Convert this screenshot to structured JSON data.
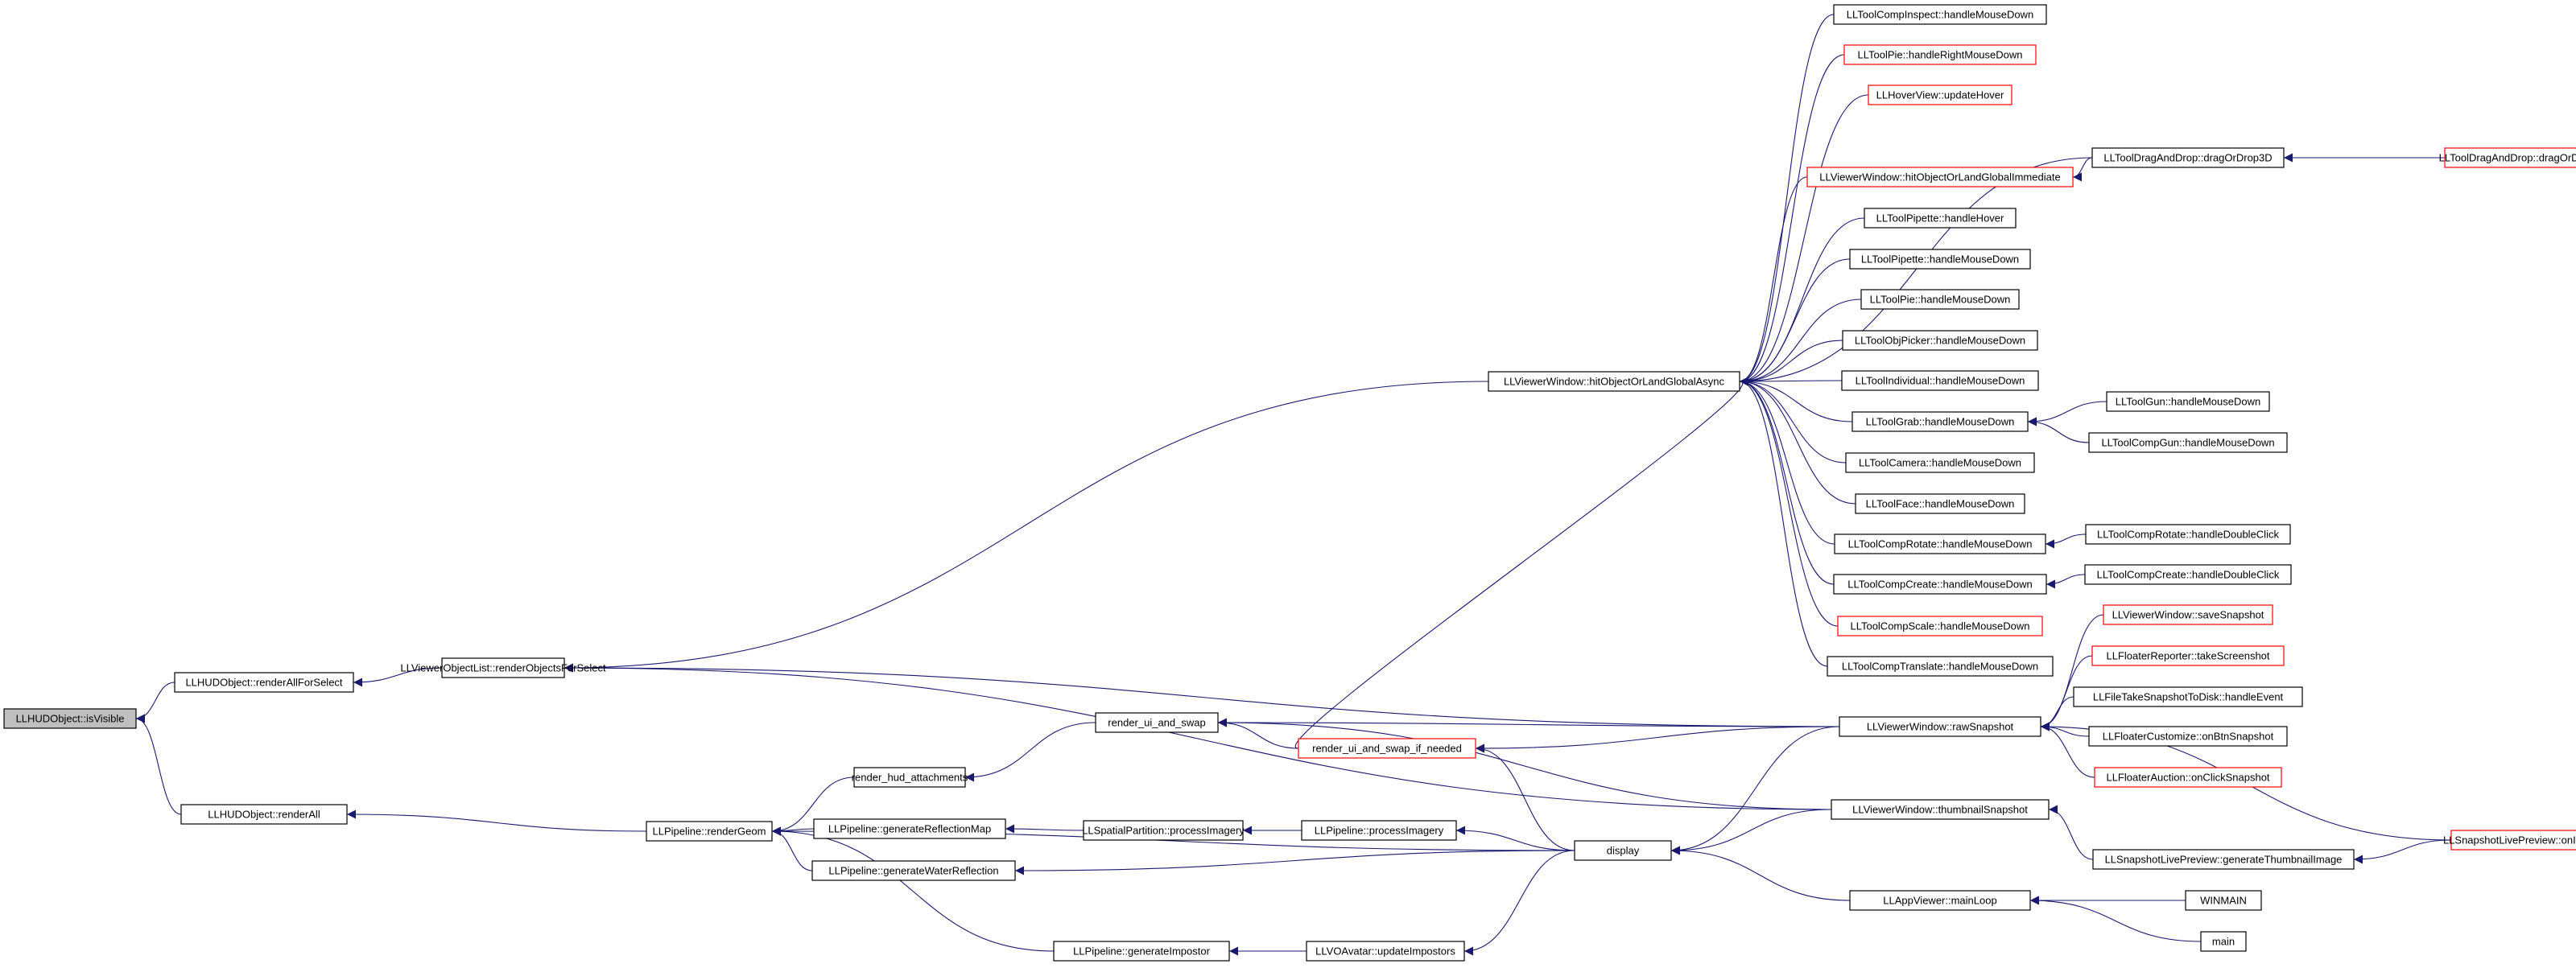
{
  "colors": {
    "edge": "#191970",
    "border_default": "#000000",
    "border_truncated": "#ff0000",
    "fill_default": "#ffffff",
    "fill_focus": "#bfbfbf",
    "text": "#000000"
  },
  "nodes": [
    {
      "id": "n0",
      "label": "LLHUDObject::isVisible",
      "style": "focus"
    },
    {
      "id": "n1",
      "label": "LLHUDObject::renderAllForSelect",
      "style": "default"
    },
    {
      "id": "n2",
      "label": "LLHUDObject::renderAll",
      "style": "default"
    },
    {
      "id": "n3",
      "label": "LLViewerObjectList::renderObjectsForSelect",
      "style": "default"
    },
    {
      "id": "n4",
      "label": "LLPipeline::renderGeom",
      "style": "default"
    },
    {
      "id": "n5",
      "label": "render_hud_attachments",
      "style": "default"
    },
    {
      "id": "n6",
      "label": "LLPipeline::generateReflectionMap",
      "style": "default"
    },
    {
      "id": "n7",
      "label": "LLPipeline::generateWaterReflection",
      "style": "default"
    },
    {
      "id": "n8",
      "label": "LLPipeline::generateImpostor",
      "style": "default"
    },
    {
      "id": "n9",
      "label": "render_ui_and_swap",
      "style": "default"
    },
    {
      "id": "n10",
      "label": "render_ui_and_swap_if_needed",
      "style": "truncated"
    },
    {
      "id": "n11",
      "label": "LLSpatialPartition::processImagery",
      "style": "default"
    },
    {
      "id": "n12",
      "label": "LLPipeline::processImagery",
      "style": "default"
    },
    {
      "id": "n13",
      "label": "LLVOAvatar::updateImpostors",
      "style": "default"
    },
    {
      "id": "n14",
      "label": "display",
      "style": "default"
    },
    {
      "id": "n15",
      "label": "LLViewerWindow::hitObjectOrLandGlobalAsync",
      "style": "default"
    },
    {
      "id": "n16",
      "label": "LLToolCompInspect::handleMouseDown",
      "style": "default"
    },
    {
      "id": "n17",
      "label": "LLToolPie::handleRightMouseDown",
      "style": "truncated"
    },
    {
      "id": "n18",
      "label": "LLHoverView::updateHover",
      "style": "truncated"
    },
    {
      "id": "n19",
      "label": "LLViewerWindow::hitObjectOrLandGlobalImmediate",
      "style": "truncated"
    },
    {
      "id": "n20",
      "label": "LLToolPipette::handleHover",
      "style": "default"
    },
    {
      "id": "n21",
      "label": "LLToolPipette::handleMouseDown",
      "style": "default"
    },
    {
      "id": "n22",
      "label": "LLToolPie::handleMouseDown",
      "style": "default"
    },
    {
      "id": "n23",
      "label": "LLToolObjPicker::handleMouseDown",
      "style": "default"
    },
    {
      "id": "n24",
      "label": "LLToolIndividual::handleMouseDown",
      "style": "default"
    },
    {
      "id": "n25",
      "label": "LLToolGrab::handleMouseDown",
      "style": "default"
    },
    {
      "id": "n26",
      "label": "LLToolCamera::handleMouseDown",
      "style": "default"
    },
    {
      "id": "n27",
      "label": "LLToolFace::handleMouseDown",
      "style": "default"
    },
    {
      "id": "n28",
      "label": "LLToolCompRotate::handleMouseDown",
      "style": "default"
    },
    {
      "id": "n29",
      "label": "LLToolCompCreate::handleMouseDown",
      "style": "default"
    },
    {
      "id": "n30",
      "label": "LLToolCompScale::handleMouseDown",
      "style": "truncated"
    },
    {
      "id": "n31",
      "label": "LLToolCompTranslate::handleMouseDown",
      "style": "default"
    },
    {
      "id": "n32",
      "label": "LLViewerWindow::rawSnapshot",
      "style": "default"
    },
    {
      "id": "n33",
      "label": "LLViewerWindow::thumbnailSnapshot",
      "style": "default"
    },
    {
      "id": "n34",
      "label": "LLAppViewer::mainLoop",
      "style": "default"
    },
    {
      "id": "n35",
      "label": "LLToolDragAndDrop::dragOrDrop3D",
      "style": "default"
    },
    {
      "id": "n36",
      "label": "LLToolDragAndDrop::dragOrDrop",
      "style": "truncated"
    },
    {
      "id": "n37",
      "label": "LLToolGun::handleMouseDown",
      "style": "default"
    },
    {
      "id": "n38",
      "label": "LLToolCompGun::handleMouseDown",
      "style": "default"
    },
    {
      "id": "n39",
      "label": "LLToolCompRotate::handleDoubleClick",
      "style": "default"
    },
    {
      "id": "n40",
      "label": "LLToolCompCreate::handleDoubleClick",
      "style": "default"
    },
    {
      "id": "n41",
      "label": "LLViewerWindow::saveSnapshot",
      "style": "truncated"
    },
    {
      "id": "n42",
      "label": "LLFloaterReporter::takeScreenshot",
      "style": "truncated"
    },
    {
      "id": "n43",
      "label": "LLFileTakeSnapshotToDisk::handleEvent",
      "style": "default"
    },
    {
      "id": "n44",
      "label": "LLFloaterCustomize::onBtnSnapshot",
      "style": "default"
    },
    {
      "id": "n45",
      "label": "LLFloaterAuction::onClickSnapshot",
      "style": "truncated"
    },
    {
      "id": "n46",
      "label": "LLSnapshotLivePreview::onIdle",
      "style": "truncated"
    },
    {
      "id": "n47",
      "label": "LLSnapshotLivePreview::generateThumbnailImage",
      "style": "default"
    },
    {
      "id": "n48",
      "label": "WINMAIN",
      "style": "default"
    },
    {
      "id": "n49",
      "label": "main",
      "style": "default"
    }
  ],
  "edges": [
    [
      "n1",
      "n0"
    ],
    [
      "n2",
      "n0"
    ],
    [
      "n3",
      "n1"
    ],
    [
      "n4",
      "n2"
    ],
    [
      "n15",
      "n3"
    ],
    [
      "n32",
      "n3"
    ],
    [
      "n33",
      "n3"
    ],
    [
      "n5",
      "n4"
    ],
    [
      "n6",
      "n4"
    ],
    [
      "n7",
      "n4"
    ],
    [
      "n8",
      "n4"
    ],
    [
      "n14",
      "n4"
    ],
    [
      "n9",
      "n5"
    ],
    [
      "n11",
      "n6"
    ],
    [
      "n14",
      "n7"
    ],
    [
      "n13",
      "n8"
    ],
    [
      "n10",
      "n9"
    ],
    [
      "n32",
      "n9"
    ],
    [
      "n33",
      "n9"
    ],
    [
      "n14",
      "n10"
    ],
    [
      "n32",
      "n10"
    ],
    [
      "n12",
      "n11"
    ],
    [
      "n14",
      "n12"
    ],
    [
      "n14",
      "n13"
    ],
    [
      "n34",
      "n14"
    ],
    [
      "n33",
      "n14"
    ],
    [
      "n32",
      "n14"
    ],
    [
      "n16",
      "n15"
    ],
    [
      "n17",
      "n15"
    ],
    [
      "n18",
      "n15"
    ],
    [
      "n19",
      "n15"
    ],
    [
      "n35",
      "n15"
    ],
    [
      "n20",
      "n15"
    ],
    [
      "n21",
      "n15"
    ],
    [
      "n22",
      "n15"
    ],
    [
      "n23",
      "n15"
    ],
    [
      "n24",
      "n15"
    ],
    [
      "n25",
      "n15"
    ],
    [
      "n26",
      "n15"
    ],
    [
      "n27",
      "n15"
    ],
    [
      "n28",
      "n15"
    ],
    [
      "n29",
      "n15"
    ],
    [
      "n30",
      "n15"
    ],
    [
      "n31",
      "n15"
    ],
    [
      "n10",
      "n15"
    ],
    [
      "n35",
      "n19"
    ],
    [
      "n36",
      "n35"
    ],
    [
      "n37",
      "n25"
    ],
    [
      "n38",
      "n25"
    ],
    [
      "n39",
      "n28"
    ],
    [
      "n40",
      "n29"
    ],
    [
      "n41",
      "n32"
    ],
    [
      "n42",
      "n32"
    ],
    [
      "n43",
      "n32"
    ],
    [
      "n44",
      "n32"
    ],
    [
      "n45",
      "n32"
    ],
    [
      "n46",
      "n32"
    ],
    [
      "n47",
      "n33"
    ],
    [
      "n46",
      "n47"
    ],
    [
      "n48",
      "n34"
    ],
    [
      "n49",
      "n34"
    ]
  ]
}
